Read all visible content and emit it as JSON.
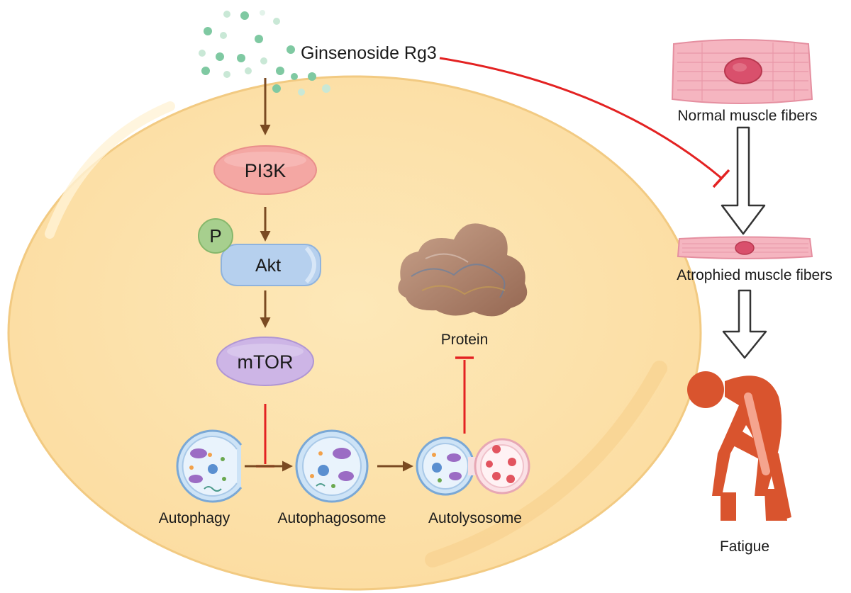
{
  "compound": {
    "label": "Ginsenoside Rg3"
  },
  "pathway": {
    "pi3k": "PI3K",
    "phospho": "P",
    "akt": "Akt",
    "mtor": "mTOR"
  },
  "autophagy": {
    "stage1": "Autophagy",
    "stage2": "Autophagosome",
    "stage3": "Autolysosome"
  },
  "protein": {
    "label": "Protein"
  },
  "muscle": {
    "normal": "Normal muscle fibers",
    "atrophied": "Atrophied muscle fibers",
    "outcome": "Fatigue"
  },
  "colors": {
    "cell": "#fde4ac",
    "cell_border": "#f2ca82",
    "activation_arrow": "#7a4a22",
    "inhibition": "#e32222",
    "pi3k": "#f4a7a3",
    "akt": "#b6d0ee",
    "phospho": "#a7cf8e",
    "mtor": "#cdb5e6",
    "muscle": "#f5b5c0",
    "figure": "#d9542e",
    "particles": "#7fc9a2"
  }
}
